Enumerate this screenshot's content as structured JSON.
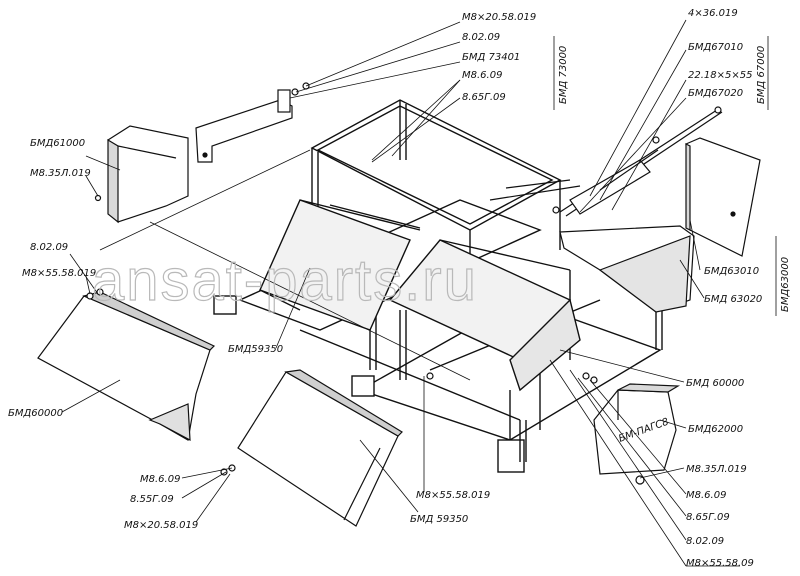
{
  "watermark": "ansat-parts.ru",
  "labels": {
    "m8_20_58_019_top": "М8×20.58.019",
    "n8_02_09_top": "8.02.09",
    "bmd_73401": "БМД 73401",
    "m8_6_09_top": "М8.6.09",
    "n8_65g_09_top": "8.65Г.09",
    "bmd_61000": "БМД61000",
    "m8_35l_019_left": "М8.35Л.019",
    "n8_02_09_left": "8.02.09",
    "m8_55_58_019_left": "М8×55.58.019",
    "bmd_60000_left": "БМД60000",
    "bmd_59350_center": "БМД59350",
    "m8_6_09_bottom": "М8.6.09",
    "n8_55g_09_bottom": "8.55Г.09",
    "m8_20_58_019_bottom": "М8×20.58.019",
    "m8_55_58_019_center": "М8×55.58.019",
    "bmd_59350_bottom": "БМД 59350",
    "n4_36_019": "4×36.019",
    "bmd_67010": "БМД67010",
    "n22_18_5_55": "22.18×5×55",
    "bmd_67020": "БМД67020",
    "bmd_63010": "БМД63010",
    "bmd_63020": "БМД 63020",
    "bmd_60000_right": "БМД 60000",
    "bmd_62000": "БМД62000",
    "m8_35l_019_right": "М8.35Л.019",
    "m8_6_09_right": "М8.6.09",
    "n8_65g_09_right": "8.65Г.09",
    "n8_02_09_right": "8.02.09",
    "m8_55_58_09_right": "М8×55.58.09",
    "vert_bmd_73000": "БМД 73000",
    "vert_bmd_67000": "БМД 67000",
    "vert_bmd_63000": "БМД63000",
    "box_marking": "БМ-ПАГС8"
  }
}
